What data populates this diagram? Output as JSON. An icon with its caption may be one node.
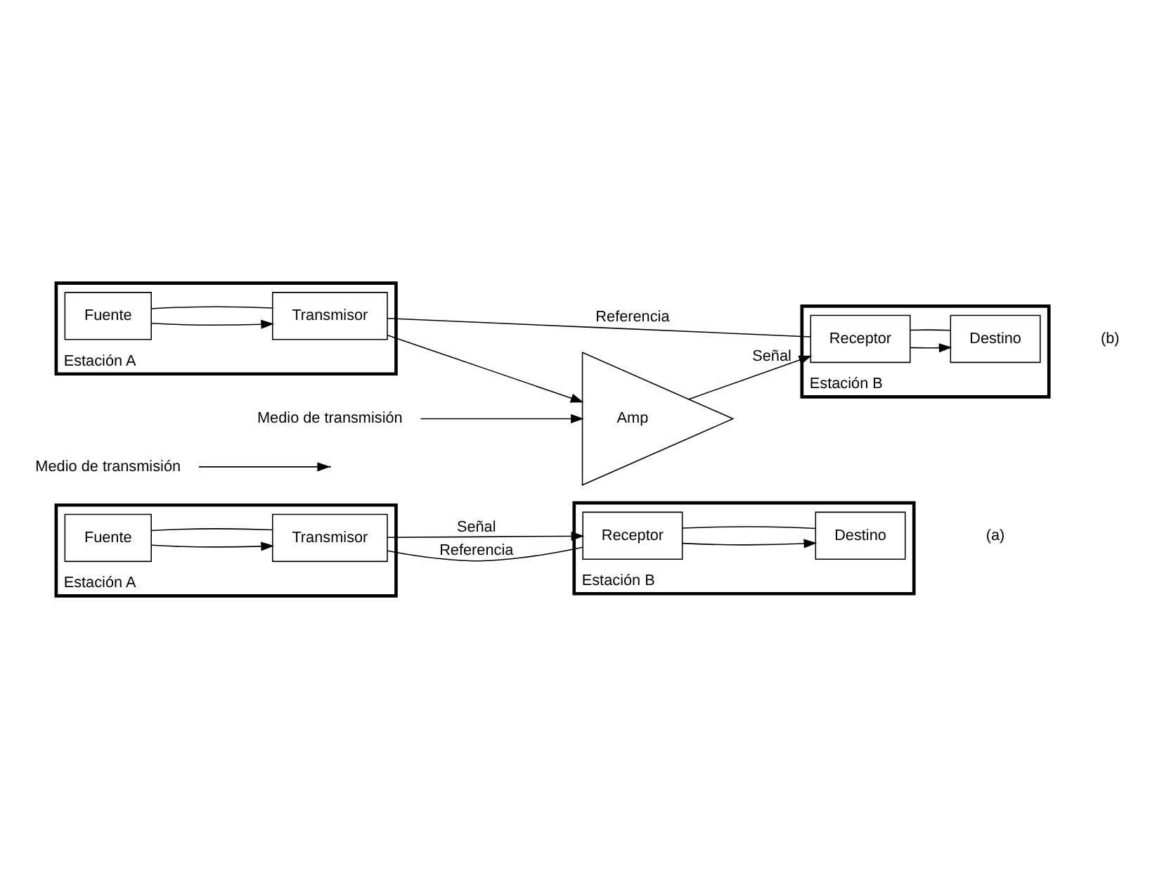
{
  "diagram": {
    "nodes": [
      {
        "text": [
          "Estación A"
        ]
      },
      {
        "text": [
          "Fuente"
        ],
        "in": 0
      },
      {
        "text": [
          "Transmisor"
        ],
        "in": 0
      },
      {
        "text": [
          "Estación B"
        ]
      },
      {
        "text": [
          "Receptor"
        ],
        "in": 3
      },
      {
        "text": [
          "Destino"
        ],
        "in": 3
      },
      {
        "text": [
          "Medio de transmisión"
        ]
      },
      {
        "text": [
          "Estación A"
        ]
      },
      {
        "text": [
          "Fuente"
        ],
        "in": 7
      },
      {
        "text": [
          "Transmisor"
        ],
        "in": 7
      },
      {
        "text": [
          "Amp"
        ]
      },
      {
        "text": [
          "Estación B"
        ]
      },
      {
        "text": [
          "Receptor"
        ],
        "in": 11
      },
      {
        "text": [
          "Destino"
        ],
        "in": 11
      },
      {
        "text": [
          "Medio de transmisión"
        ]
      }
    ],
    "edges": [
      {
        "from": 1,
        "to": 2,
        "arrow": "to"
      },
      {
        "from": 1,
        "to": 2,
        "arrow": "none"
      },
      {
        "from": 2,
        "to": 4,
        "arrow": "to",
        "label": "Señal"
      },
      {
        "from": 2,
        "to": 4,
        "arrow": "none",
        "label": "Referencia"
      },
      {
        "from": 4,
        "to": 5,
        "arrow": "to"
      },
      {
        "from": 4,
        "to": 5,
        "arrow": "none"
      },
      {
        "from": 6,
        "to": null,
        "arrow": "to"
      },
      {
        "from": 8,
        "to": 9,
        "arrow": "to"
      },
      {
        "from": 8,
        "to": 9,
        "arrow": "none"
      },
      {
        "from": 9,
        "to": 10,
        "arrow": "to"
      },
      {
        "from": 10,
        "to": 12,
        "arrow": "to",
        "label": "Señal"
      },
      {
        "from": 9,
        "to": 12,
        "arrow": "none",
        "label": "Referencia"
      },
      {
        "from": 12,
        "to": 13,
        "arrow": "to"
      },
      {
        "from": 12,
        "to": 13,
        "arrow": "none"
      },
      {
        "from": 14,
        "to": 10,
        "arrow": "to"
      }
    ],
    "labels": [
      "(a)",
      "(b)"
    ]
  }
}
